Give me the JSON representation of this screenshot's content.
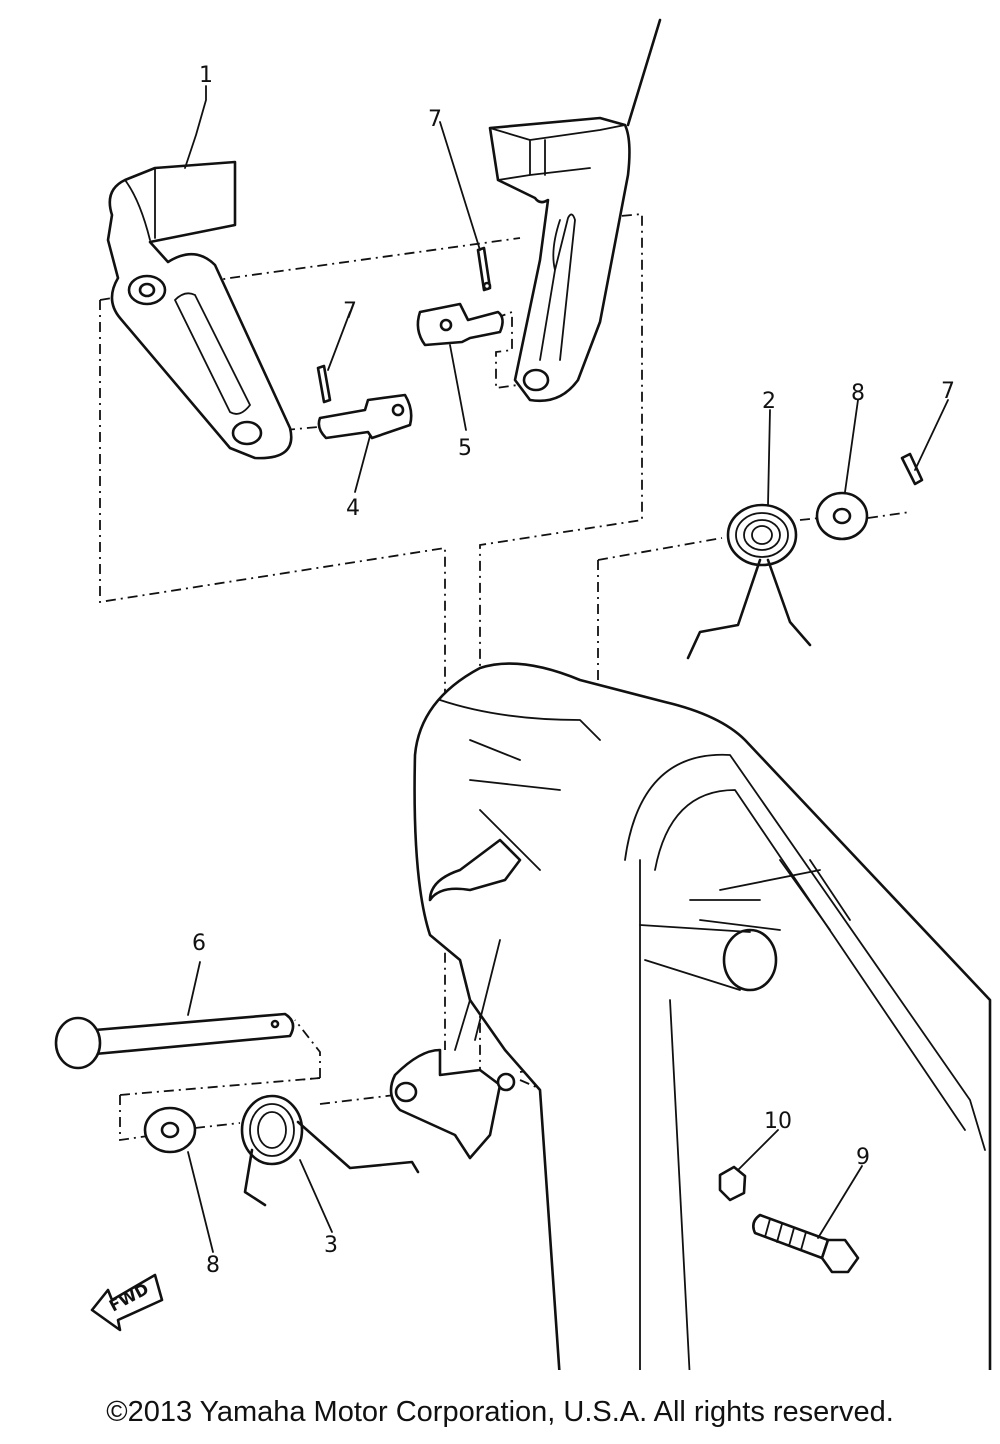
{
  "diagram": {
    "callouts": {
      "c1": "1",
      "c7a": "7",
      "c7b": "7",
      "c5": "5",
      "c4": "4",
      "c2": "2",
      "c8a": "8",
      "c7c": "7",
      "c6": "6",
      "c10": "10",
      "c9": "9",
      "c8b": "8",
      "c3": "3"
    },
    "fwd_label": "FWD"
  },
  "footer": {
    "copyright": "©2013 Yamaha Motor Corporation, U.S.A. All rights reserved."
  }
}
